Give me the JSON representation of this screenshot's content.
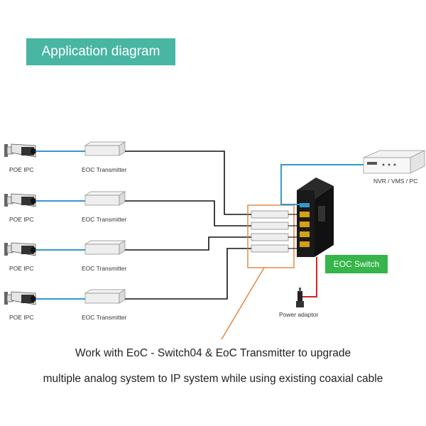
{
  "title": "Application diagram",
  "rows": [
    {
      "camera_label": "POE IPC",
      "transmitter_label": "EOC Transmitter"
    },
    {
      "camera_label": "POE IPC",
      "transmitter_label": "EOC Transmitter"
    },
    {
      "camera_label": "POE IPC",
      "transmitter_label": "EOC Transmitter"
    },
    {
      "camera_label": "POE IPC",
      "transmitter_label": "EOC Transmitter"
    }
  ],
  "nvr_label": "NVR / VMS / PC",
  "switch_label": "EOC Switch",
  "power_label": "Power adaptor",
  "caption_line1": "Work with EoC - Switch04 & EoC Transmitter to upgrade",
  "caption_line2": "multiple analog system to IP system while using existing coaxial cable",
  "colors": {
    "accent": "#49b5a3",
    "switch_tag": "#36b54a",
    "network_cable": "#3399cc",
    "power_cable": "#d9231f",
    "highlight": "#e07b2a"
  }
}
